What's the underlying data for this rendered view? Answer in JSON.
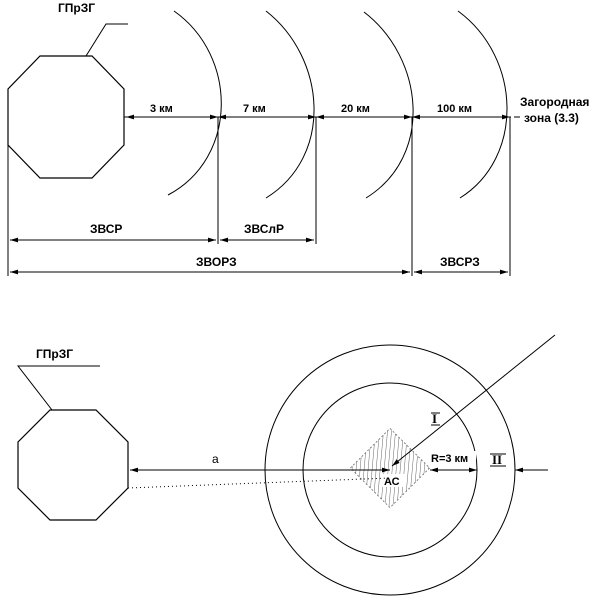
{
  "top": {
    "source_label": "ГПрЗГ",
    "distances": [
      "3 км",
      "7 км",
      "20 км",
      "100 км"
    ],
    "outer_label_line1": "Загородная",
    "outer_label_line2": "зона (3.3)",
    "zone_labels": {
      "zvsr": "ЗВСР",
      "zvslr": "ЗВСлР",
      "zvorz": "ЗВОРЗ",
      "zvsrz": "ЗВСРЗ"
    }
  },
  "bottom": {
    "source_label": "ГПрЗГ",
    "distance_label": "a",
    "center_label": "АС",
    "radius_label": "R=3 км",
    "zone_i_label": "I",
    "zone_ii_label": "II"
  }
}
